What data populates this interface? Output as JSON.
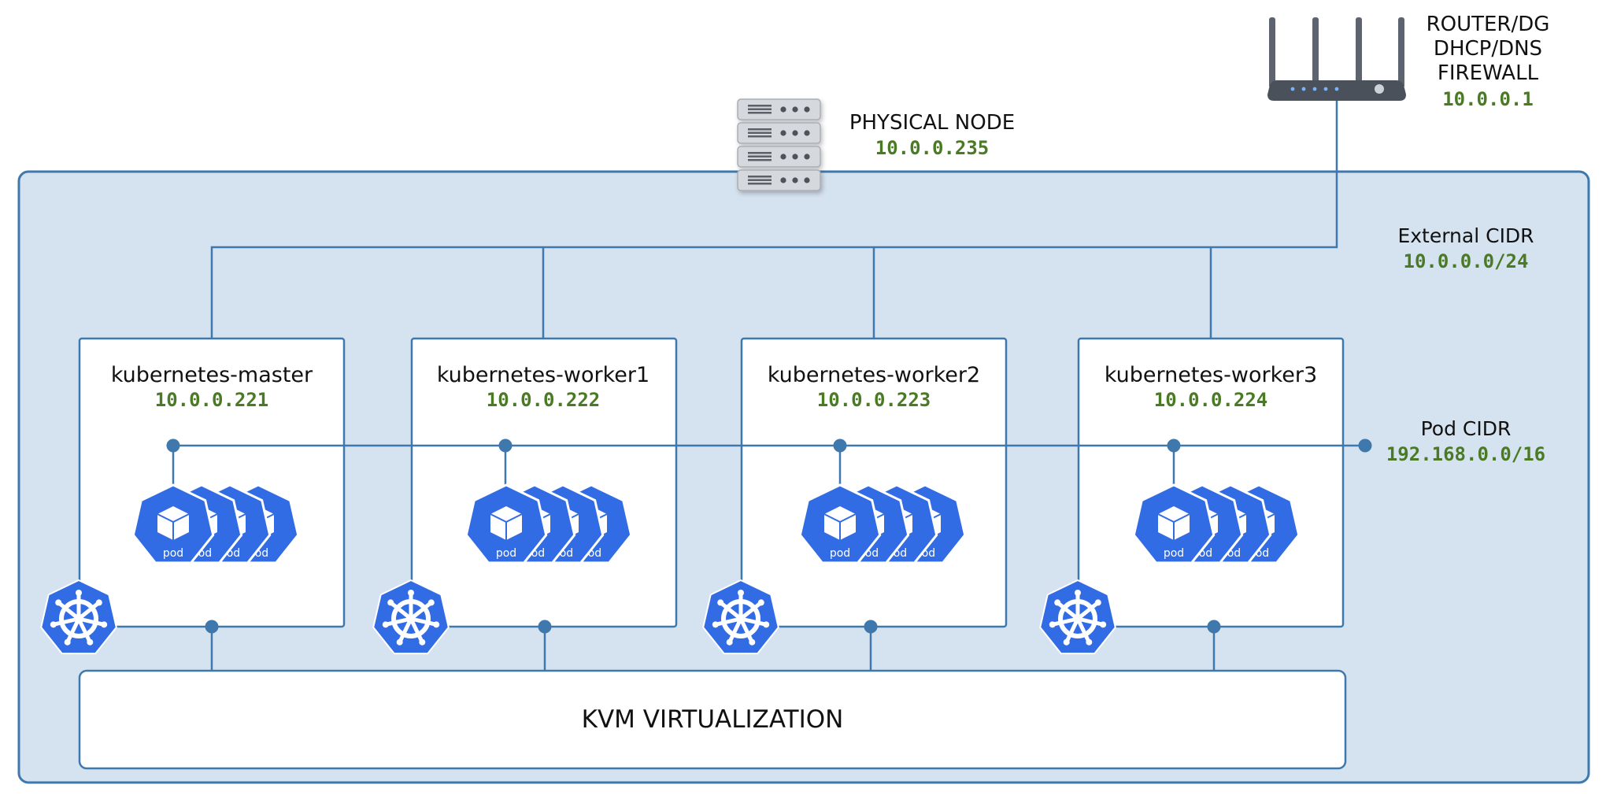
{
  "colors": {
    "panel_fill": "#d5e2ef",
    "line": "#3f78ad",
    "ip": "#4a7a24",
    "k8s_blue": "#326ce5"
  },
  "physical_node": {
    "title": "PHYSICAL NODE",
    "ip": "10.0.0.235",
    "icon": "server-rack-icon"
  },
  "router": {
    "line1": "ROUTER/DG",
    "line2": "DHCP/DNS",
    "line3": "FIREWALL",
    "ip": "10.0.0.1",
    "icon": "router-icon"
  },
  "external_cidr": {
    "label": "External CIDR",
    "value": "10.0.0.0/24"
  },
  "pod_cidr": {
    "label": "Pod CIDR",
    "value": "192.168.0.0/16"
  },
  "nodes": [
    {
      "name": "kubernetes-master",
      "ip": "10.0.0.221",
      "pod_label": "pod"
    },
    {
      "name": "kubernetes-worker1",
      "ip": "10.0.0.222",
      "pod_label": "pod"
    },
    {
      "name": "kubernetes-worker2",
      "ip": "10.0.0.223",
      "pod_label": "pod"
    },
    {
      "name": "kubernetes-worker3",
      "ip": "10.0.0.224",
      "pod_label": "pod"
    }
  ],
  "kvm": {
    "label": "KVM VIRTUALIZATION"
  }
}
